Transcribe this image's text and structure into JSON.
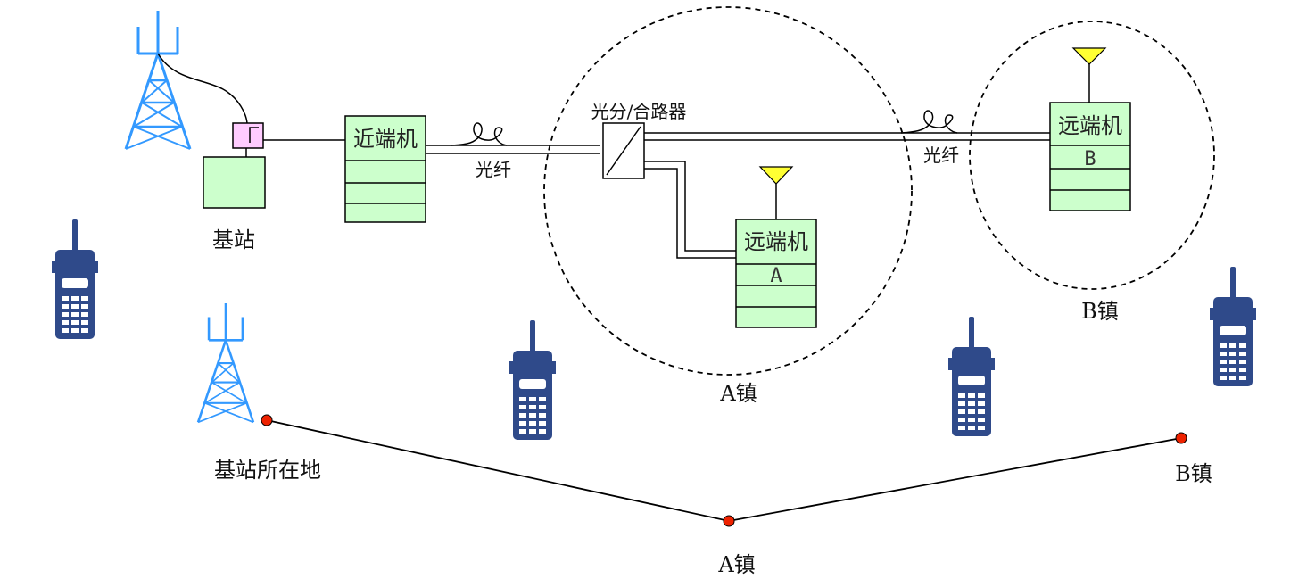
{
  "colors": {
    "unit_fill": "#ccffcc",
    "unit_stroke": "#000000",
    "tower": "#3399ff",
    "radio": "#2f4a8a",
    "antenna": "#ffff33",
    "coupler": "#ffccff",
    "location_dot": "#ee2200"
  },
  "icons": {
    "tower": "cell-tower-icon",
    "radio": "walkie-talkie-icon",
    "antenna": "antenna-icon",
    "coupler": "coupler-icon",
    "fiber": "fiber-coil-icon"
  },
  "network": {
    "base_station_label": "基站",
    "near_unit_label": "近端机",
    "fiber_label_1": "光纤",
    "fiber_label_2": "光纤",
    "splitter_label": "光分/合路器",
    "remote_a": {
      "title": "远端机",
      "id": "A"
    },
    "remote_b": {
      "title": "远端机",
      "id": "B"
    },
    "zone_a_label": "A镇",
    "zone_b_label": "B镇"
  },
  "map": {
    "base_site_label": "基站所在地",
    "town_a_label": "A镇",
    "town_b_label": "B镇"
  }
}
